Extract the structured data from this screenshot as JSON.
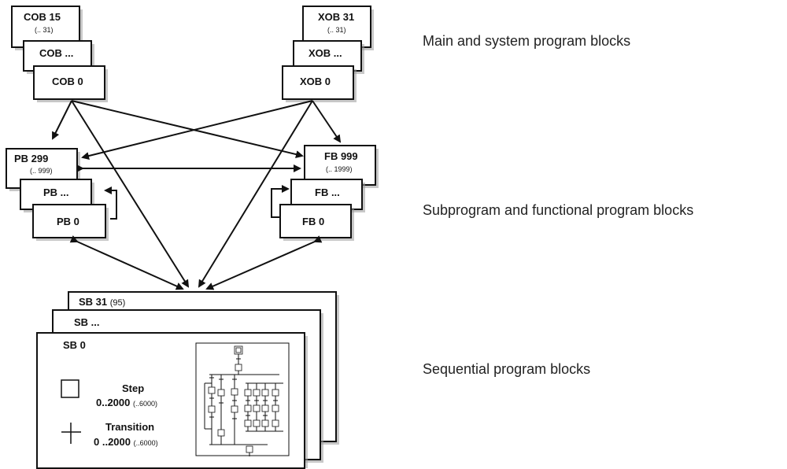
{
  "cob": {
    "top": "COB 15",
    "range": "(.. 31)",
    "mid": "COB ...",
    "front": "COB 0"
  },
  "xob": {
    "top": "XOB 31",
    "range": "(.. 31)",
    "mid": "XOB ...",
    "front": "XOB 0"
  },
  "pb": {
    "top": "PB 299",
    "range": "(.. 999)",
    "mid": "PB ...",
    "front": "PB 0"
  },
  "fb": {
    "top": "FB 999",
    "range": "(.. 1999)",
    "mid": "FB ...",
    "front": "FB 0"
  },
  "sb": {
    "top": "SB 31",
    "top_range": "(95)",
    "mid": "SB ...",
    "front": "SB 0",
    "step_label": "Step",
    "step_range": "0..2000",
    "step_range_max": "(..6000)",
    "transition_label": "Transition",
    "transition_range": "0 ..2000",
    "transition_range_max": "(..6000)"
  },
  "labels": {
    "main": "Main and system program blocks",
    "sub": "Subprogram and functional program blocks",
    "seq": "Sequential program blocks"
  }
}
